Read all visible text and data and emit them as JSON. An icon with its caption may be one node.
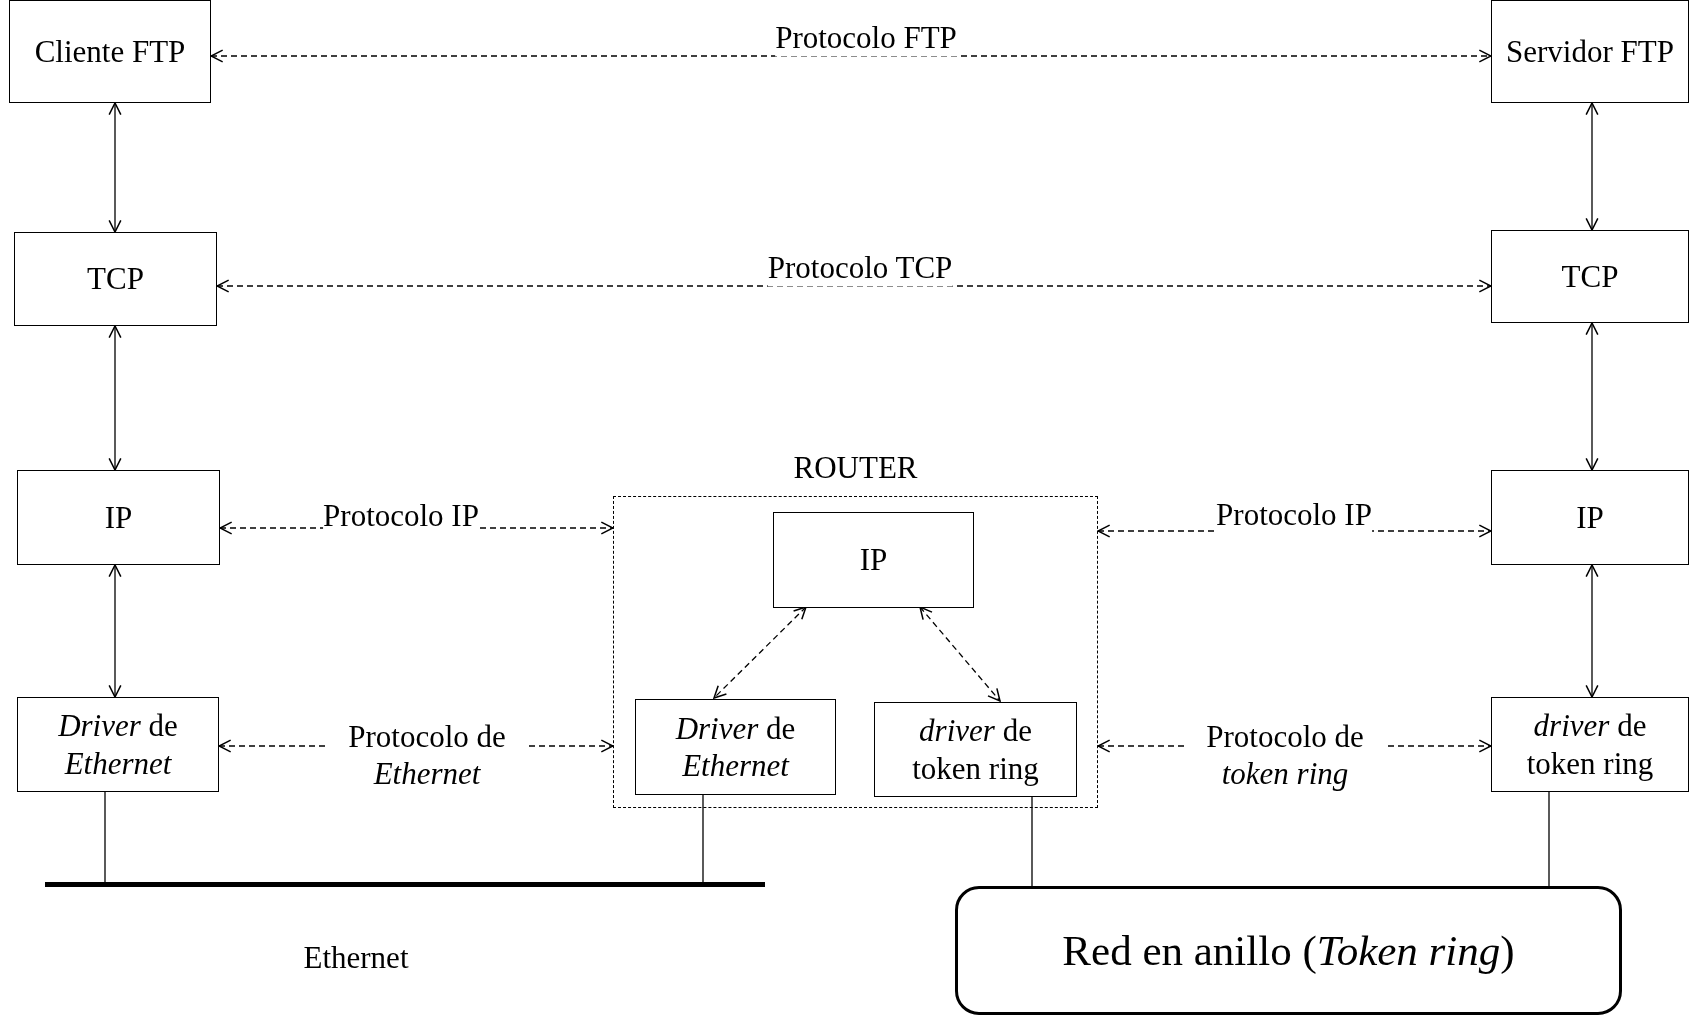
{
  "diagram": {
    "nodes": [
      {
        "text": [
          "Cliente FTP"
        ]
      },
      {
        "text": [
          "Servidor FTP"
        ]
      },
      {
        "text": [
          "TCP"
        ]
      },
      {
        "text": [
          "TCP"
        ]
      },
      {
        "text": [
          "IP"
        ]
      },
      {
        "text": [
          "ROUTER"
        ]
      },
      {
        "text": [
          "IP"
        ],
        "in": 5
      },
      {
        "text": [
          "*Driver* de *Ethernet*"
        ],
        "in": 5
      },
      {
        "text": [
          "*driver* de token ring"
        ],
        "in": 5
      },
      {
        "text": [
          "IP"
        ]
      },
      {
        "text": [
          "*Driver* de *Ethernet*"
        ]
      },
      {
        "text": [
          "*driver* de token ring"
        ]
      },
      {
        "text": [],
        "shape": "bar",
        "beside": [
          "Ethernet"
        ]
      },
      {
        "text": [
          "Red en anillo (*Token ring*)"
        ]
      }
    ],
    "edges": [
      {
        "from": 0,
        "to": 1,
        "arrow": "both",
        "style": "dashed",
        "label": "Protocolo FTP"
      },
      {
        "from": 0,
        "to": 2,
        "arrow": "both"
      },
      {
        "from": 1,
        "to": 3,
        "arrow": "both"
      },
      {
        "from": 2,
        "to": 3,
        "arrow": "both",
        "style": "dashed",
        "label": "Protocolo TCP"
      },
      {
        "from": 2,
        "to": 4,
        "arrow": "both"
      },
      {
        "from": 3,
        "to": 9,
        "arrow": "both"
      },
      {
        "from": 4,
        "to": 5,
        "arrow": "both",
        "style": "dashed",
        "label": "Protocolo IP"
      },
      {
        "from": 5,
        "to": 9,
        "arrow": "both",
        "style": "dashed",
        "label": "Protocolo IP"
      },
      {
        "from": 6,
        "to": 7,
        "arrow": "both",
        "style": "dashed"
      },
      {
        "from": 6,
        "to": 8,
        "arrow": "both",
        "style": "dashed"
      },
      {
        "from": 4,
        "to": 10,
        "arrow": "both"
      },
      {
        "from": 9,
        "to": 11,
        "arrow": "both"
      },
      {
        "from": 10,
        "to": 5,
        "arrow": "both",
        "style": "dashed",
        "label": "Protocolo de *Ethernet*"
      },
      {
        "from": 5,
        "to": 11,
        "arrow": "both",
        "style": "dashed",
        "label": "Protocolo de *token ring*"
      },
      {
        "from": 10,
        "to": 12,
        "arrow": "none"
      },
      {
        "from": 7,
        "to": 12,
        "arrow": "none"
      },
      {
        "from": 8,
        "to": 13,
        "arrow": "none"
      },
      {
        "from": 11,
        "to": 13,
        "arrow": "none"
      }
    ]
  }
}
